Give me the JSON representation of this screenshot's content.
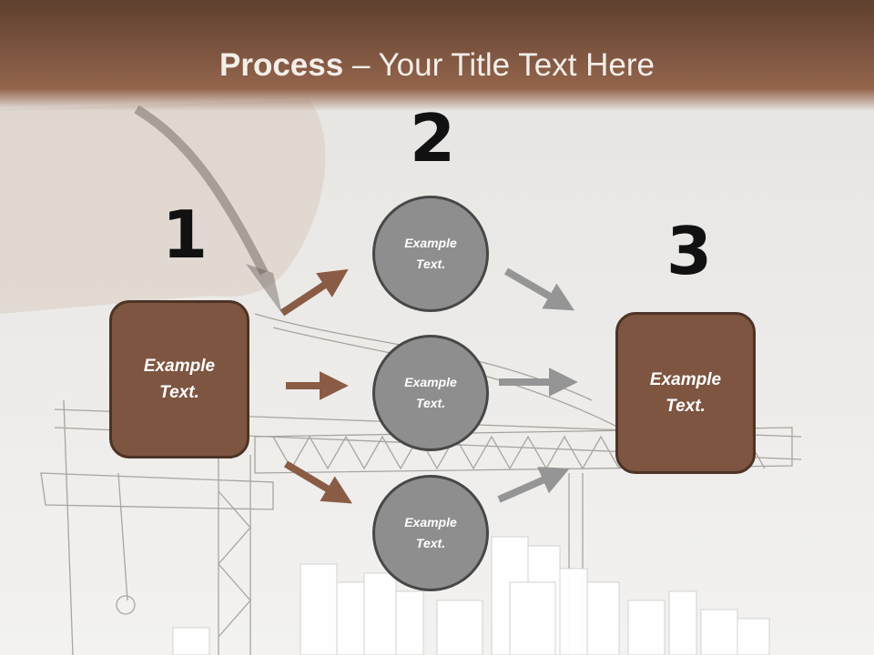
{
  "title": {
    "bold": "Process",
    "rest": " – Your Title Text Here"
  },
  "steps": [
    {
      "number": "1",
      "text": "Example Text."
    },
    {
      "number": "2",
      "text": "Example Text."
    },
    {
      "number": "3",
      "text": "Example Text."
    }
  ],
  "circles": [
    {
      "text": "Example Text."
    },
    {
      "text": "Example Text."
    },
    {
      "text": "Example Text."
    }
  ],
  "colors": {
    "brown": "#7d5541",
    "gray": "#8e8e8e",
    "arrow_brown": "#8a5b45",
    "arrow_gray": "#959595"
  }
}
